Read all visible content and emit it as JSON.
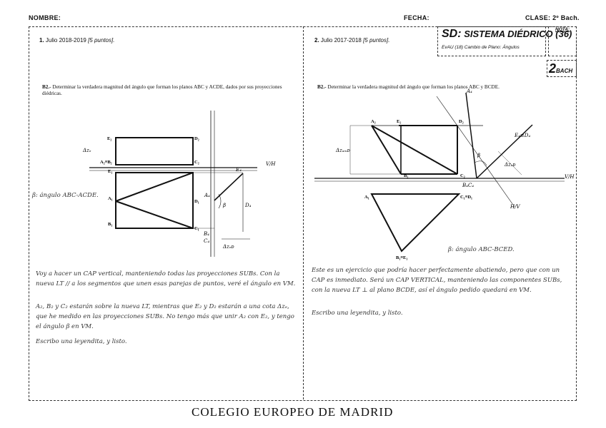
{
  "header": {
    "nombre": "NOMBRE:",
    "fecha": "FECHA:",
    "clase": "CLASE: 2º Bach."
  },
  "badge": {
    "title_prefix": "SD:",
    "title": "SISTEMA DIÉDRICO (36)",
    "subtitle": "EvAU (18) Cambio de Plano: Ángulos",
    "nota": "NOTA:",
    "level_num": "2",
    "level_txt": "BACH"
  },
  "exercise1": {
    "number": "1.",
    "title": "Julio 2018-2019",
    "points": "[5 puntos].",
    "code": "B2.-",
    "statement": "Determinar la verdadera magnitud del ángulo que forman los planos ABC y ACDE, dados por sus proyecciones diédricas.",
    "labels": {
      "e2": "E₂",
      "d2": "D₂",
      "a2b2": "A₂≡B₂",
      "c2": "C₂",
      "e1": "E₁",
      "a1": "A₁",
      "d1": "D₁",
      "b1": "B₁",
      "c1": "C₁",
      "dz": "Δzₑ",
      "vh": "V/H",
      "e4": "E₄",
      "a4": "A₄",
      "d4": "D₄",
      "b4": "B₄",
      "c4": "C₄",
      "beta": "β",
      "dzed": "Δzₑᴅ"
    },
    "legend": "β: ángulo ABC-ACDE.",
    "notes": [
      "Voy a hacer un CAP vertical, manteniendo todas las proyecciones SUBs. Con la nueva LT // a los segmentos que unen esas parejas de puntos, veré el ángulo en VM.",
      "A₂, B₂ y C₂ estarán sobre la nueva LT, mientras que E₂ y D₂ estarán a una cota Δzₑ, que he medido en las proyecciones SUBs. No tengo más que unir A₂ con E₂, y tengo el ángulo β en VM.",
      "Escribo una leyendita, y listo."
    ]
  },
  "exercise2": {
    "number": "2.",
    "title": "Julio 2017-2018",
    "points": "[5 puntos].",
    "code": "B2.-",
    "statement": "Determinar la verdadera magnitud del ángulo que forman los planos ABC y BCDE.",
    "labels": {
      "a2": "A₂",
      "e2": "E₂",
      "d2": "D₂",
      "b2": "B₂",
      "c2": "C₂",
      "a1": "A₁",
      "c1d1": "C₁≡D₁",
      "b1e1": "B₁≡E₁",
      "a4": "A₄",
      "e4d4": "E₄≡D₄",
      "bc": "B₄C₄",
      "beta": "β",
      "dza": "Δzₐₘᴅ",
      "dzb": "Δzₐᴅ",
      "vh": "V/H",
      "vh2": "H/V"
    },
    "legend": "β: ángulo ABC-BCED.",
    "notes": [
      "Este es un ejercicio que podría hacer perfectamente abatiendo, pero que con un CAP es inmediato. Será un CAP VERTICAL, manteniendo las componentes SUBs, con la nueva LT ⊥ al plano BCDE, así el ángulo pedido quedará en VM.",
      "Escribo una leyendita, y listo."
    ]
  },
  "footer": "COLEGIO EUROPEO DE MADRID"
}
